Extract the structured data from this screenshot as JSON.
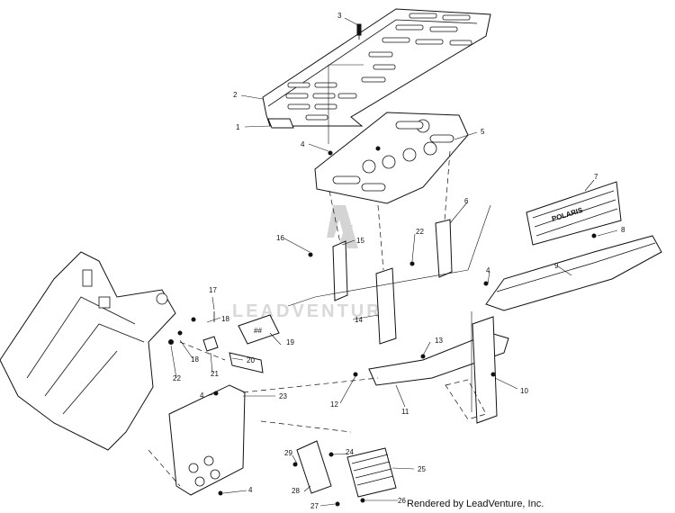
{
  "diagram": {
    "callouts": [
      "1",
      "2",
      "3",
      "4",
      "5",
      "6",
      "7",
      "8",
      "9",
      "10",
      "11",
      "12",
      "13",
      "14",
      "15",
      "16",
      "17",
      "18",
      "19",
      "20",
      "21",
      "22",
      "23",
      "24",
      "25",
      "26",
      "27",
      "28",
      "29"
    ],
    "grille_badge_text": "POLARIS",
    "decal_text": "##"
  },
  "watermark": {
    "text": "LEADVENTURE"
  },
  "footer": {
    "credit": "Rendered by LeadVenture, Inc."
  }
}
